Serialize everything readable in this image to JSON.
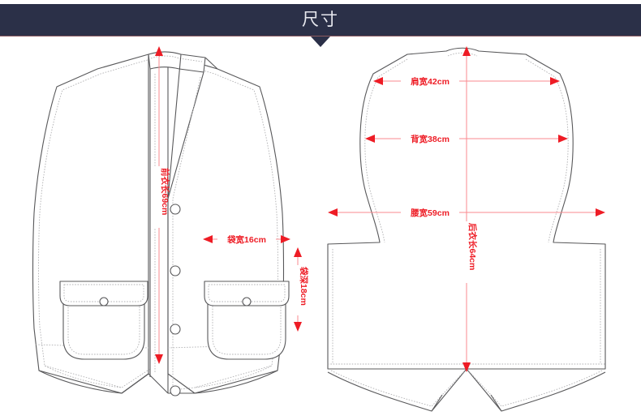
{
  "header": {
    "title": "尺寸",
    "banner_color": "#2b3048",
    "title_color": "#e8e9ef",
    "underline_color": "#8d5a5f",
    "pointer_icon": "triangle-down-icon"
  },
  "diagram": {
    "accent_color": "#ee1c25",
    "dim_line_color": "#fa8a8f",
    "outline_color": "#58585a",
    "stitch_color": "#b2b2b4",
    "front_view_name": "vest-front-view",
    "back_view_name": "vest-back-view"
  },
  "measurements": {
    "front": [
      {
        "id": "front-length",
        "label": "前衣长69cm",
        "orientation": "vertical",
        "value": 69,
        "unit": "cm"
      },
      {
        "id": "pocket-width",
        "label": "袋宽16cm",
        "orientation": "horizontal",
        "value": 16,
        "unit": "cm"
      },
      {
        "id": "pocket-depth",
        "label": "袋深18cm",
        "orientation": "vertical",
        "value": 18,
        "unit": "cm"
      }
    ],
    "back": [
      {
        "id": "shoulder-width",
        "label": "肩宽42cm",
        "orientation": "horizontal",
        "value": 42,
        "unit": "cm"
      },
      {
        "id": "back-width",
        "label": "背宽38cm",
        "orientation": "horizontal",
        "value": 38,
        "unit": "cm"
      },
      {
        "id": "waist-width",
        "label": "腰宽59cm",
        "orientation": "horizontal",
        "value": 59,
        "unit": "cm"
      },
      {
        "id": "back-length",
        "label": "后衣长64cm",
        "orientation": "vertical",
        "value": 64,
        "unit": "cm"
      }
    ]
  }
}
